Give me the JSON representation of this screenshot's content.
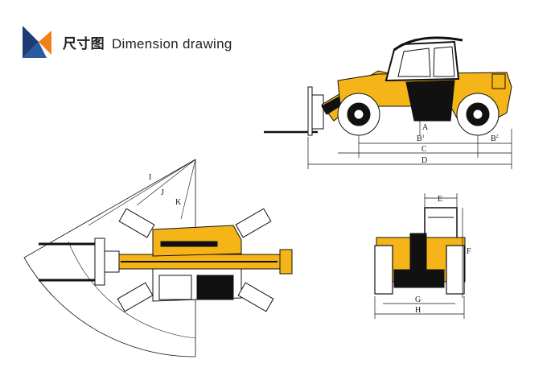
{
  "header": {
    "title_cn": "尺寸图",
    "title_en": "Dimension drawing",
    "logo_icon": "brand-logo-icon"
  },
  "colors": {
    "body_yellow": "#f5b417",
    "black": "#111111",
    "logo_dark": "#1f3b73",
    "logo_orange": "#f08119",
    "line": "#333333"
  },
  "labels": {
    "A": "A",
    "B1": "B",
    "B1_sup": "1",
    "B2": "B",
    "B2_sup": "2",
    "C": "C",
    "D": "D",
    "E": "E",
    "F": "F",
    "G": "G",
    "H": "H",
    "I": "I",
    "J": "J",
    "K": "K"
  }
}
